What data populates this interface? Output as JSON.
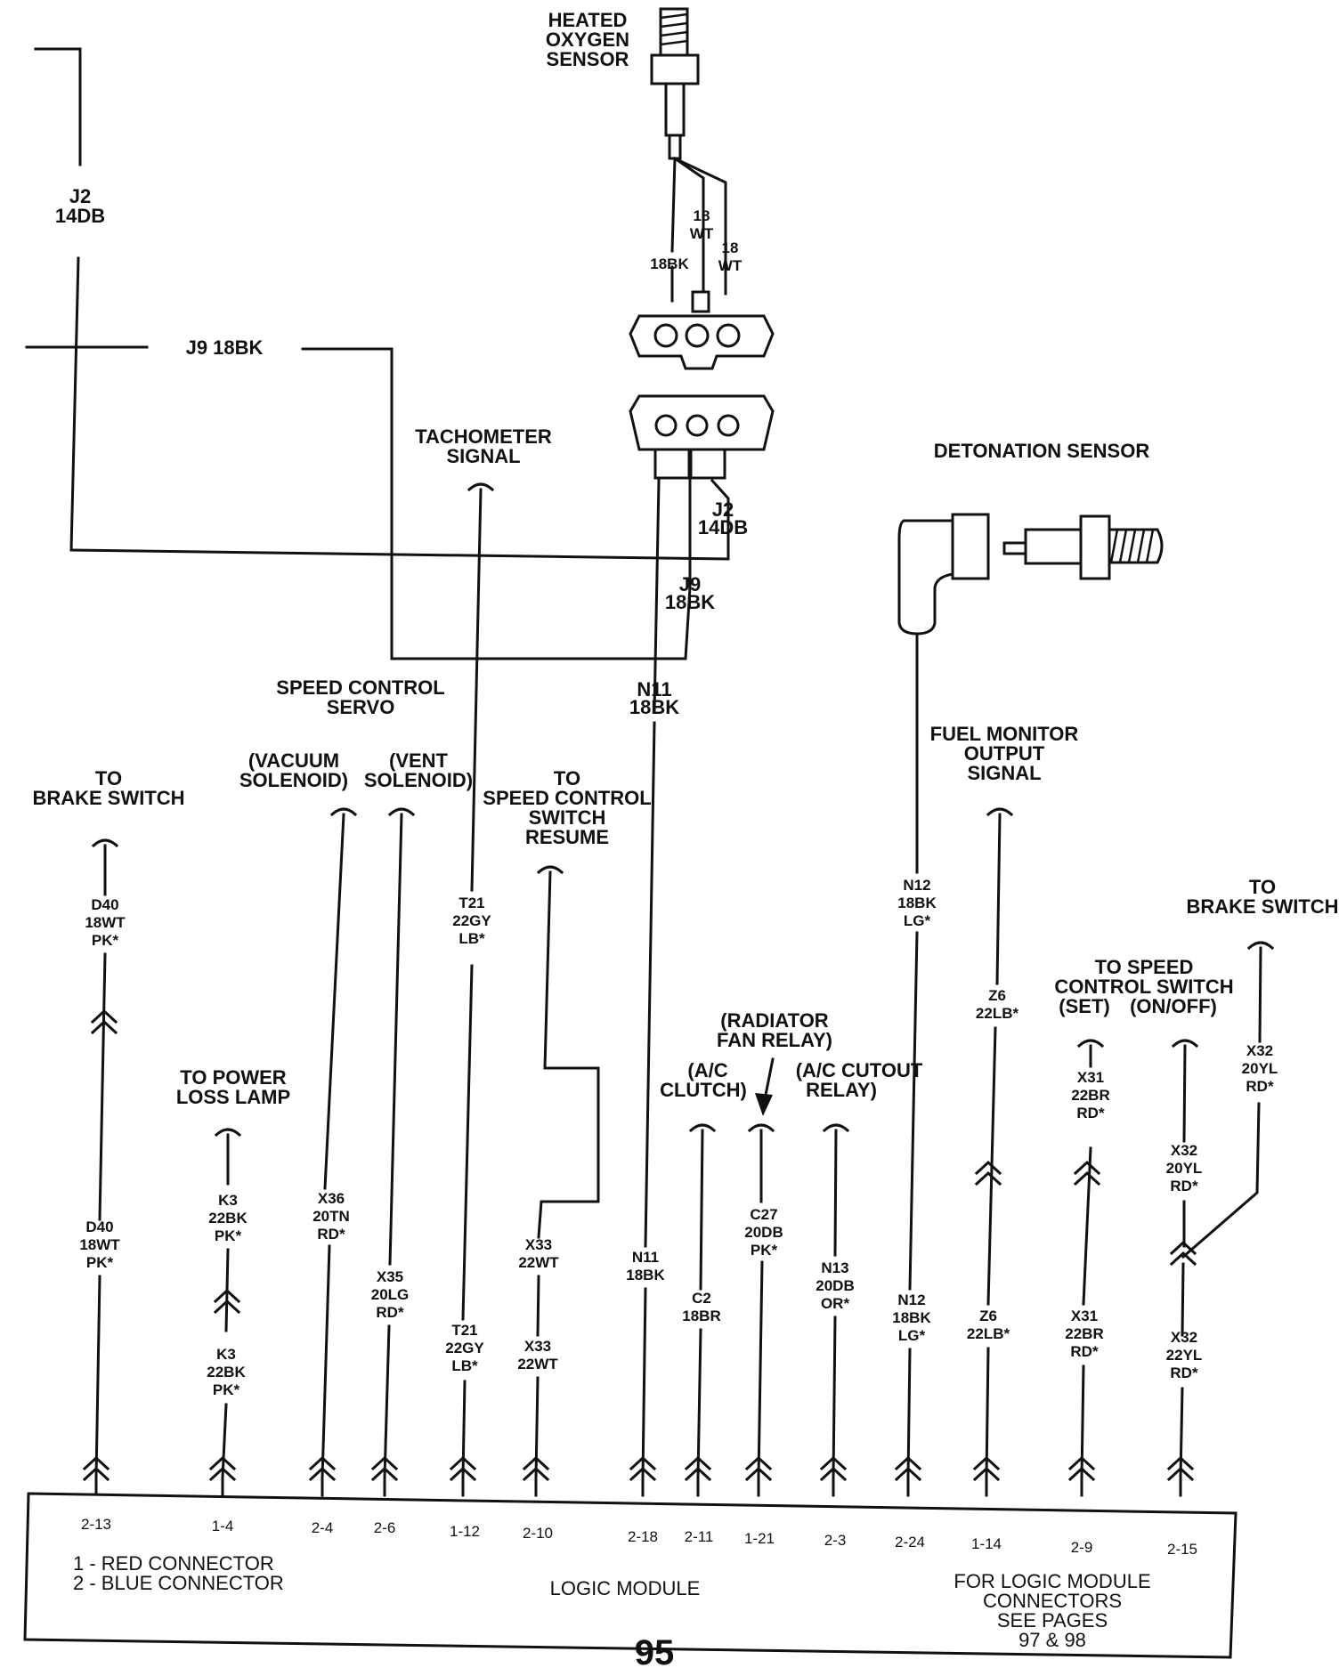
{
  "labels": {
    "heated_oxygen_sensor": [
      "HEATED",
      "OXYGEN",
      "SENSOR"
    ],
    "wire_18wt_a": [
      "18",
      "WT"
    ],
    "wire_18wt_b": [
      "18",
      "WT"
    ],
    "wire_18bk_oxygen": "18BK",
    "j2_a": [
      "J2",
      "14DB"
    ],
    "j9_a": "J9 18BK",
    "j2_b": [
      "J2",
      "14DB"
    ],
    "j9_b": [
      "J9",
      "18BK"
    ],
    "n11_a": [
      "N11",
      "18BK"
    ],
    "n11_b": [
      "N11",
      "18BK"
    ],
    "tachometer_signal": [
      "TACHOMETER",
      "SIGNAL"
    ],
    "detonation_sensor": "DETONATION SENSOR",
    "speed_control_servo": [
      "SPEED CONTROL",
      "SERVO"
    ],
    "vacuum_solenoid": [
      "(VACUUM",
      "SOLENOID)"
    ],
    "vent_solenoid": [
      "(VENT",
      "SOLENOID)"
    ],
    "speed_control_resume": [
      "TO",
      "SPEED CONTROL",
      "SWITCH",
      "RESUME"
    ],
    "to_brake_switch_left": [
      "TO",
      "BRAKE SWITCH"
    ],
    "to_brake_switch_right": [
      "TO",
      "BRAKE SWITCH"
    ],
    "fuel_monitor": [
      "FUEL MONITOR",
      "OUTPUT",
      "SIGNAL"
    ],
    "power_loss_lamp": [
      "TO POWER",
      "LOSS LAMP"
    ],
    "radiator_fan_relay": [
      "(RADIATOR",
      "FAN RELAY)"
    ],
    "ac_clutch": [
      "(A/C",
      "CLUTCH)"
    ],
    "ac_cutout_relay": [
      "(A/C CUTOUT",
      "RELAY)"
    ],
    "speed_control_switch": [
      "TO SPEED",
      "CONTROL SWITCH"
    ],
    "set": "(SET)",
    "on_off": "(ON/OFF)",
    "d40_a": [
      "D40",
      "18WT",
      "PK*"
    ],
    "d40_b": [
      "D40",
      "18WT",
      "PK*"
    ],
    "k3_a": [
      "K3",
      "22BK",
      "PK*"
    ],
    "k3_b": [
      "K3",
      "22BK",
      "PK*"
    ],
    "x36": [
      "X36",
      "20TN",
      "RD*"
    ],
    "x35": [
      "X35",
      "20LG",
      "RD*"
    ],
    "t21_a": [
      "T21",
      "22GY",
      "LB*"
    ],
    "t21_b": [
      "T21",
      "22GY",
      "LB*"
    ],
    "x33_a": [
      "X33",
      "22WT"
    ],
    "x33_b": [
      "X33",
      "22WT"
    ],
    "c2": [
      "C2",
      "18BR"
    ],
    "c27": [
      "C27",
      "20DB",
      "PK*"
    ],
    "n13": [
      "N13",
      "20DB",
      "OR*"
    ],
    "n12_a": [
      "N12",
      "18BK",
      "LG*"
    ],
    "n12_b": [
      "N12",
      "18BK",
      "LG*"
    ],
    "z6_a": [
      "Z6",
      "22LB*"
    ],
    "z6_b": [
      "Z6",
      "22LB*"
    ],
    "x31_a": [
      "X31",
      "22BR",
      "RD*"
    ],
    "x31_b": [
      "X31",
      "22BR",
      "RD*"
    ],
    "x32_a": [
      "X32",
      "20YL",
      "RD*"
    ],
    "x32_b": [
      "X32",
      "20YL",
      "RD*"
    ],
    "x32_c": [
      "X32",
      "22YL",
      "RD*"
    ]
  },
  "pins": [
    "2-13",
    "1-4",
    "2-4",
    "2-6",
    "1-12",
    "2-10",
    "2-18",
    "2-11",
    "1-21",
    "2-3",
    "2-24",
    "1-14",
    "2-9",
    "2-15"
  ],
  "module": {
    "title": "LOGIC MODULE",
    "legend": [
      "1 - RED CONNECTOR",
      "2 - BLUE CONNECTOR"
    ],
    "note": [
      "FOR LOGIC MODULE",
      "CONNECTORS",
      "SEE PAGES",
      "97 & 98"
    ]
  },
  "page_number": "95"
}
